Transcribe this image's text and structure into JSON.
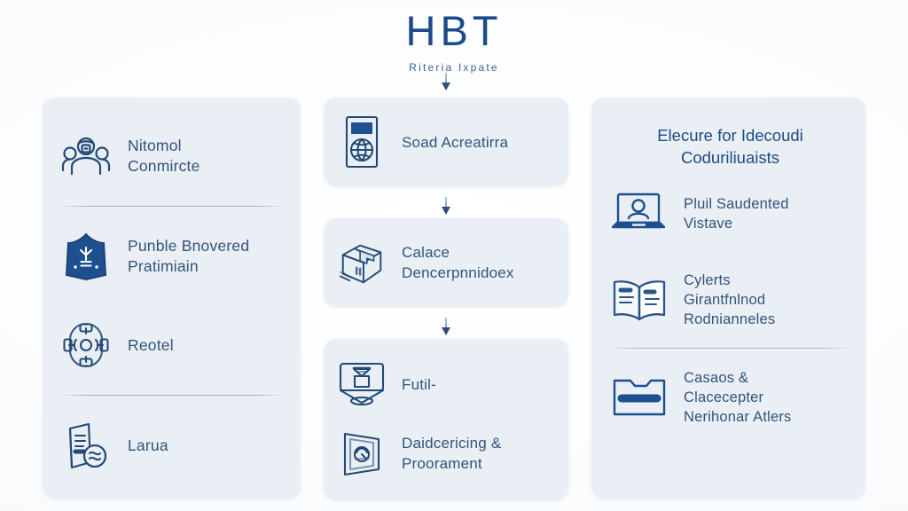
{
  "header": {
    "title": "HBT",
    "subtitle": "Riteria Ixpate"
  },
  "colors": {
    "brand": "#1c4b8c",
    "text": "#33537c",
    "card_bg": "#e9eff4",
    "page_bg": "#fdfdfe",
    "icon_stroke": "#234a77",
    "divider": "#9fb3c6"
  },
  "left_column": {
    "items": [
      {
        "icon": "people-group-icon",
        "label": "Nitomol\nConmircte"
      },
      {
        "icon": "shield-badge-icon",
        "label": "Punble Bnovered\nPratimiain"
      },
      {
        "icon": "network-hub-icon",
        "label": "Reotel"
      },
      {
        "icon": "document-verified-icon",
        "label": "Larua"
      }
    ]
  },
  "middle_column": {
    "cards": [
      {
        "items": [
          {
            "icon": "device-globe-icon",
            "label": "Soad Acreatirra"
          }
        ]
      },
      {
        "items": [
          {
            "icon": "package-box-icon",
            "label": "Calace\nDencerpnnidoex"
          }
        ]
      },
      {
        "items": [
          {
            "icon": "monitor-funnel-icon",
            "label": "Futil-"
          },
          {
            "icon": "portal-gauge-icon",
            "label": "Daidcericing &\nProorament"
          }
        ]
      }
    ],
    "connectors": [
      "arrow-down-icon",
      "arrow-down-icon",
      "arrow-down-icon"
    ]
  },
  "right_column": {
    "heading": "Elecure for Idecoudi\nCoduriliuaists",
    "items": [
      {
        "icon": "laptop-user-icon",
        "label": "Pluil Saudented\nVistave"
      },
      {
        "icon": "open-book-icon",
        "label": "Cylerts\nGirantfnlnod\nRodnianneles"
      },
      {
        "icon": "folder-tray-icon",
        "label": "Casaos &\nClacecepter\nNerihonar Atlers"
      }
    ]
  }
}
